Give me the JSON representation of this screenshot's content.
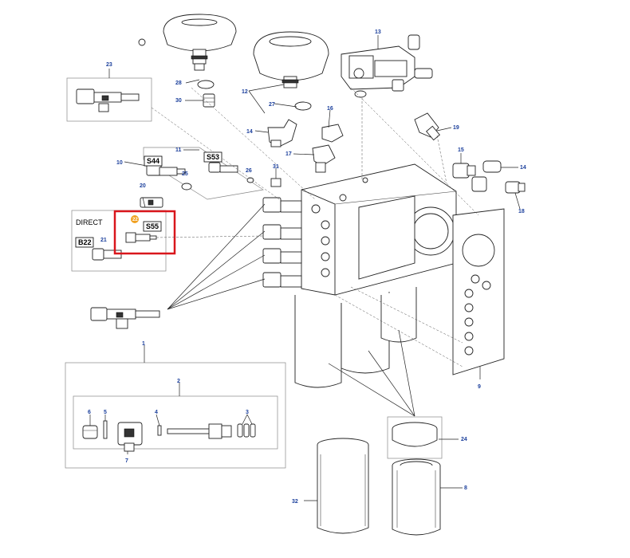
{
  "callouts": {
    "c23": "23",
    "c22": "22",
    "c12": "12",
    "c27": "27",
    "c28": "28",
    "c30": "30",
    "c13": "13",
    "c16": "16",
    "c14a": "14",
    "c19": "19",
    "c17": "17",
    "c11": "11",
    "c10": "10",
    "c25": "25",
    "c26": "26",
    "c31": "31",
    "c20": "20",
    "c15": "15",
    "c14b": "14",
    "c18": "18",
    "c21": "21",
    "c9": "9",
    "c1": "1",
    "c2": "2",
    "c6": "6",
    "c5": "5",
    "c4": "4",
    "c3": "3",
    "c7": "7",
    "c24": "24",
    "c32": "32",
    "c8": "8"
  },
  "boxes": {
    "s44": "S44",
    "s53": "S53",
    "s55": "S55",
    "b22": "B22",
    "direct": "DIRECT"
  },
  "highlight_color": "#d9161c",
  "callout_color": "#1b3f9c",
  "badge_color": "#f0a020"
}
